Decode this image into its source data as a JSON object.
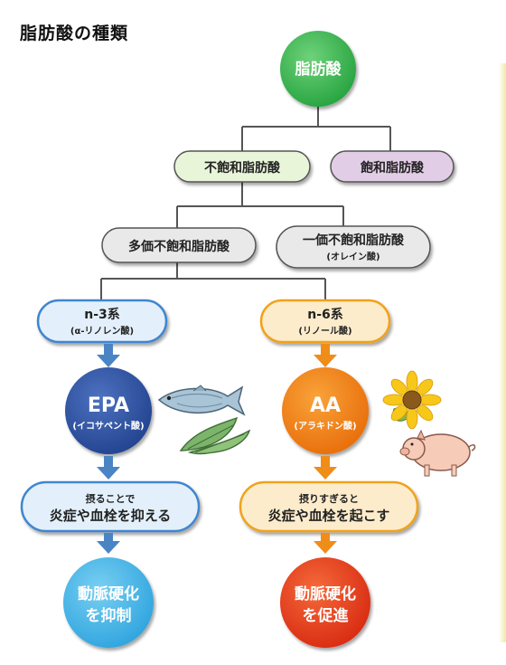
{
  "title": "脂肪酸の種類",
  "nodes": {
    "root": "脂肪酸",
    "unsaturated": "不飽和脂肪酸",
    "saturated": "飽和脂肪酸",
    "poly": "多価不飽和脂肪酸",
    "mono": "一価不飽和脂肪酸",
    "mono_sub": "(オレイン酸)",
    "n3": "n-3系",
    "n3_sub": "(α-リノレン酸)",
    "n6": "n-6系",
    "n6_sub": "(リノール酸)",
    "epa": "EPA",
    "epa_sub": "(イコサペント酸)",
    "aa": "AA",
    "aa_sub": "(アラキドン酸)",
    "left_effect_line1": "摂ることで",
    "left_effect_line2": "炎症や血栓を抑える",
    "right_effect_line1": "摂りすぎると",
    "right_effect_line2": "炎症や血栓を起こす",
    "left_result_line1": "動脈硬化",
    "left_result_line2": "を抑制",
    "right_result_line1": "動脈硬化",
    "right_result_line2": "を促進"
  },
  "colors": {
    "green": "#2fb24a",
    "green_box": "#e8f5d8",
    "purple_box": "#e2cde6",
    "gray_box": "#e9e9e9",
    "blue_box": "#e3f0fb",
    "blue_border": "#3f86cf",
    "navy": "#2c4f9c",
    "orange_box": "#fdeccb",
    "orange_border": "#f0a21b",
    "orange": "#ef7d13",
    "sky": "#3fb2e8",
    "red": "#e8381c",
    "arrow_blue": "#4a84c4",
    "arrow_orange": "#f08c18"
  },
  "icons": [
    "fish-icon",
    "seaweed-icon",
    "sunflower-icon",
    "pig-icon"
  ]
}
